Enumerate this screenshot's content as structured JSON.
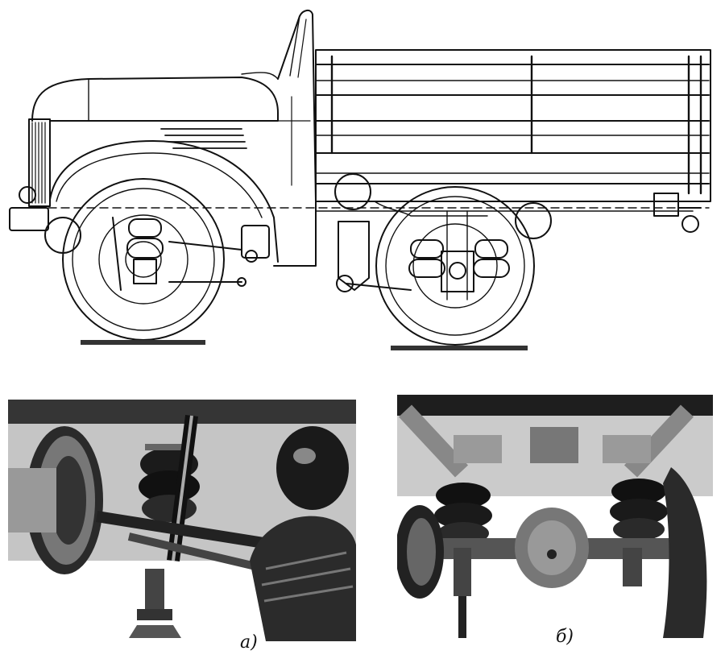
{
  "figure": {
    "panels": [
      {
        "id": "a",
        "label": "а)"
      },
      {
        "id": "b",
        "label": "б)"
      }
    ]
  },
  "colors": {
    "ink": "#111111",
    "paper": "#ffffff",
    "dark": "#1a1a1a",
    "mid": "#555555",
    "light": "#9a9a9a"
  },
  "icons": {
    "truck": "truck-side-view-drawing",
    "front_suspension": "front-air-suspension-photo",
    "rear_suspension": "rear-air-suspension-photo"
  }
}
